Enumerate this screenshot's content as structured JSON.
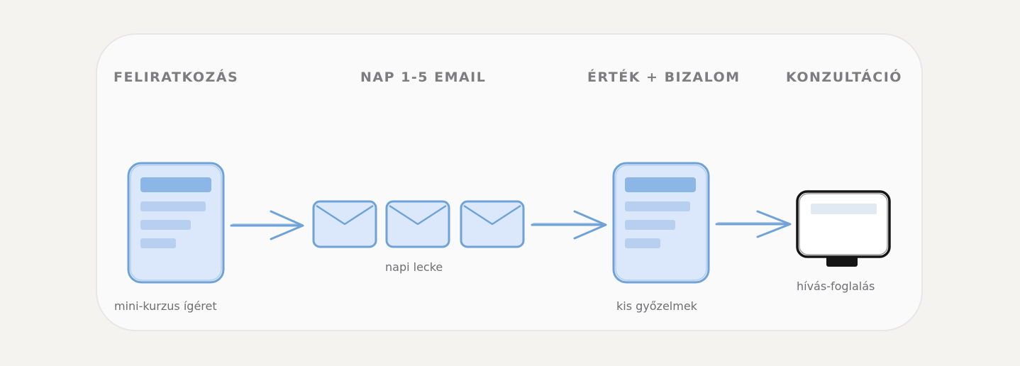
{
  "stages": [
    {
      "heading": "FELIRATKOZÁS",
      "caption": "mini-kurzus ígéret"
    },
    {
      "heading": "NAP 1-5 EMAIL",
      "caption": "napi lecke"
    },
    {
      "heading": "ÉRTÉK + BIZALOM",
      "caption": "kis győzelmek"
    },
    {
      "heading": "KONZULTÁCIÓ",
      "caption": "hívás-foglalás"
    }
  ],
  "icons": [
    "document-icon",
    "envelope-icon",
    "envelope-icon",
    "envelope-icon",
    "document-icon",
    "monitor-icon"
  ],
  "colors": {
    "background": "#f4f3f0",
    "panel": "#fafafa",
    "accent_fill": "#dbe8fb",
    "accent_stroke": "#6fa3d8",
    "bar_dark": "#8cb6e6",
    "bar_light": "#b7d0ef",
    "monitor_stroke": "#151515",
    "heading_text": "#7d7d80"
  }
}
